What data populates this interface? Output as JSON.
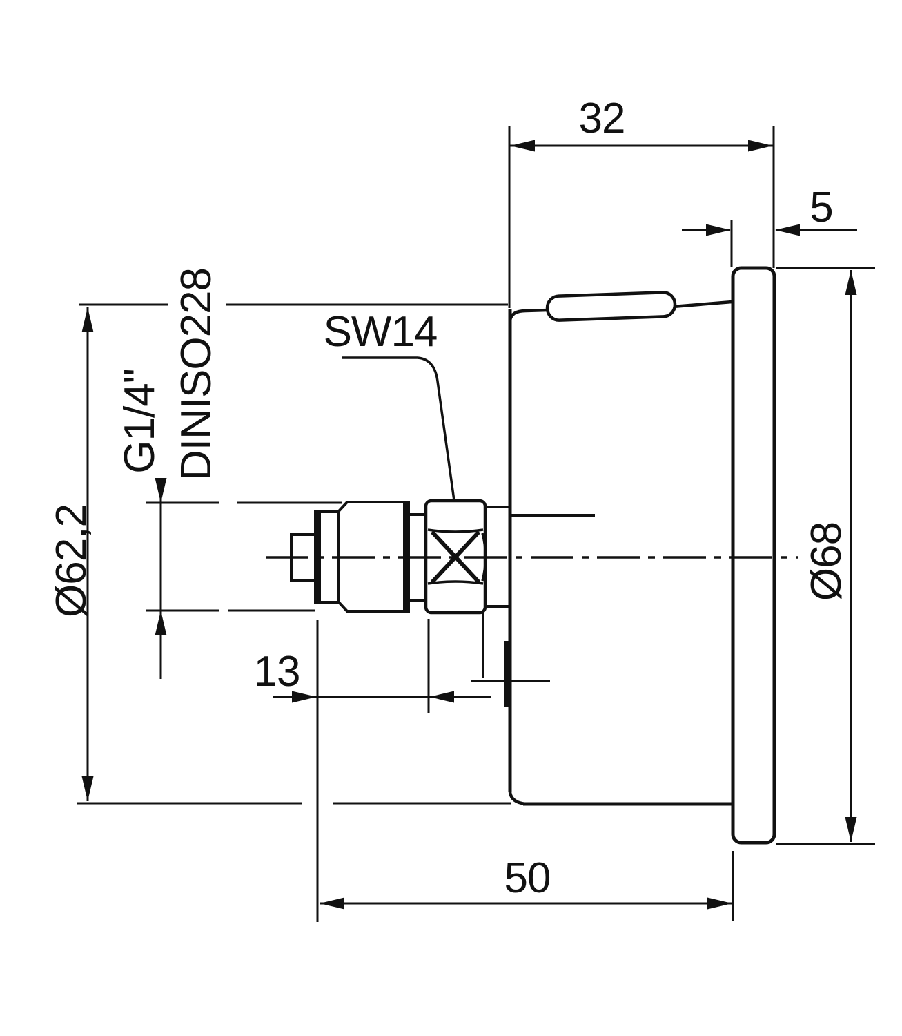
{
  "drawing": {
    "title": "pressure-gauge-side-view-dimension-drawing",
    "colors": {
      "line": "#111111",
      "background": "#ffffff"
    },
    "labels": {
      "case_depth": "32",
      "bezel_thickness": "5",
      "case_diameter": "Ø62,2",
      "thread_spec": "G1/4\"",
      "thread_standard": "DINISO228",
      "wrench_size": "SW14",
      "bezel_diameter": "Ø68",
      "thread_length": "13",
      "total_depth": "50"
    }
  }
}
